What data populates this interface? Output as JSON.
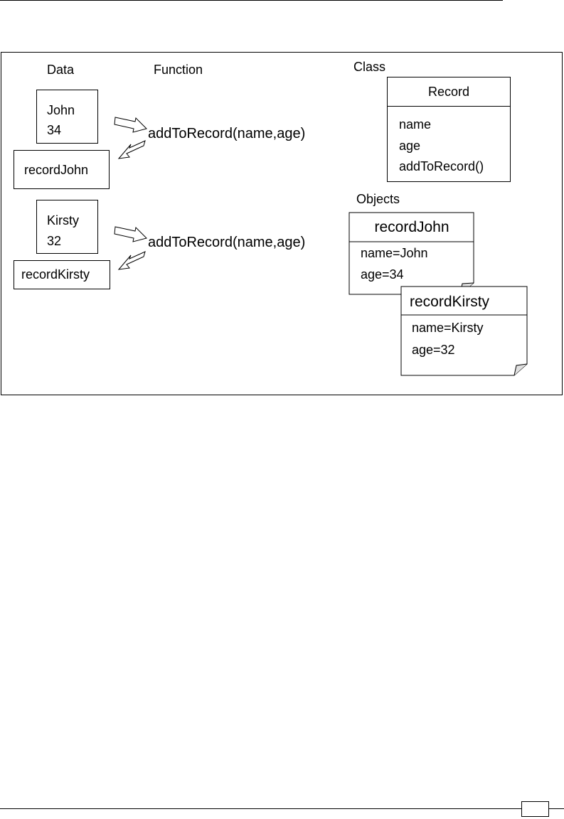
{
  "diagram": {
    "headings": {
      "data": "Data",
      "function": "Function",
      "class": "Class",
      "objects": "Objects"
    },
    "john": {
      "input": [
        "John",
        "34"
      ],
      "call": "addToRecord(name,age)",
      "output": "recordJohn"
    },
    "kirsty": {
      "input": [
        "Kirsty",
        "32"
      ],
      "call": "addToRecord(name,age)",
      "output": "recordKirsty"
    },
    "class_box": {
      "title": "Record",
      "members": [
        "name",
        "age",
        "addToRecord()"
      ]
    },
    "objects": [
      {
        "title": "recordJohn",
        "fields": [
          "name=John",
          "age=34"
        ]
      },
      {
        "title": "recordKirsty",
        "fields": [
          "name=Kirsty",
          "age=32"
        ]
      }
    ]
  },
  "page_number": ""
}
